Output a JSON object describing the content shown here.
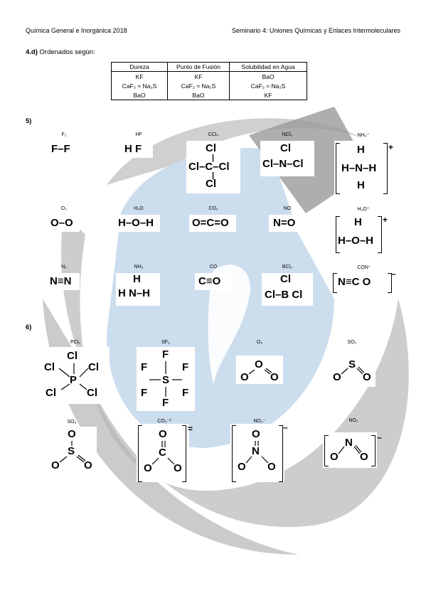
{
  "header": {
    "left": "Química General e Inorgánica 2018",
    "right": "Seminario 4: Uniones Químicas y Enlaces Intermoleculares"
  },
  "q4": {
    "number": "4.d)",
    "text": " Ordenados según:"
  },
  "table": {
    "headers": [
      "Dureza",
      "Punto de Fusión",
      "Solubilidad en Agua"
    ],
    "rows": [
      [
        "KF",
        "KF",
        "BaO"
      ],
      [
        "CaF₂ ≈ Na₂S",
        "CaF₂ ≈ Na₂S",
        "CaF₂ ≈ Na₂S"
      ],
      [
        "BaO",
        "BaO",
        "KF"
      ]
    ]
  },
  "section5": "5)",
  "section6": "6)",
  "molecules5": [
    {
      "label": "F₂",
      "formula": "F–F"
    },
    {
      "label": "HF",
      "formula": "H  F"
    },
    {
      "label": "CCl₄",
      "formula": "Cl–C–Cl"
    },
    {
      "label": "NCl₃",
      "formula": "Cl–N–Cl"
    },
    {
      "label": "NH₄⁺",
      "formula": "H–N–H"
    },
    {
      "label": "O₂",
      "formula": "O–O"
    },
    {
      "label": "H₂O",
      "formula": "H–O–H"
    },
    {
      "label": "CO₂",
      "formula": "O=C=O"
    },
    {
      "label": "NO",
      "formula": "N=O"
    },
    {
      "label": "H₃O⁺",
      "formula": "H–O–H"
    },
    {
      "label": "N₂",
      "formula": "N≡N"
    },
    {
      "label": "NH₃",
      "formula": "H  N–H"
    },
    {
      "label": "CO",
      "formula": "C≡O"
    },
    {
      "label": "BCl₃",
      "formula": "Cl–B  Cl"
    },
    {
      "label": "CON⁻",
      "formula": "N≡C  O"
    }
  ],
  "molecules6": [
    {
      "label": "PCl₅"
    },
    {
      "label": "SF₆"
    },
    {
      "label": "O₃"
    },
    {
      "label": "SO₂"
    },
    {
      "label": "SO₃"
    },
    {
      "label": "CO₃⁻²"
    },
    {
      "label": "NO₃⁻"
    },
    {
      "label": "NO₂"
    }
  ],
  "atoms": {
    "F": "F",
    "H": "H",
    "Cl": "Cl",
    "C": "C",
    "N": "N",
    "O": "O",
    "B": "B",
    "P": "P",
    "S": "S"
  },
  "charges": {
    "plus": "+",
    "minus": "–",
    "eq": "="
  }
}
